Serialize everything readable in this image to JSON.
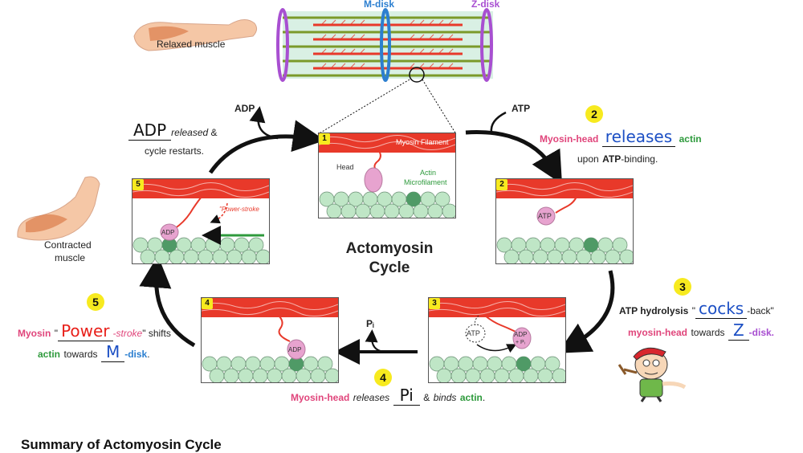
{
  "top": {
    "m_disk": "M-disk",
    "z_disk": "Z-disk",
    "relaxed": "Relaxed muscle"
  },
  "center_title": [
    "Actomyosin",
    "Cycle"
  ],
  "panels": {
    "p1": {
      "num": "1",
      "myosin": "Myosin Filament",
      "head": "Head",
      "actin": [
        "Actin",
        "Microfilament"
      ]
    },
    "p2": {
      "num": "2",
      "head": "ATP"
    },
    "p3": {
      "num": "3",
      "atp": "ATP",
      "adp": "ADP",
      "pi": "+ Pᵢ"
    },
    "p4": {
      "num": "4",
      "head": "ADP"
    },
    "p5": {
      "num": "5",
      "head": "ADP",
      "stroke": "\"Power-stroke"
    }
  },
  "arrows": {
    "adp": "ADP",
    "atp": "ATP",
    "pi": "Pᵢ"
  },
  "step1": {
    "hand": "ADP",
    "text_a": "released",
    "text_b": " &",
    "text_c": "cycle restarts."
  },
  "step2": {
    "num": "2",
    "a": "Myosin-head",
    "hand": "releases",
    "b": "actin",
    "c": "upon",
    "d": "ATP",
    "e": "-binding."
  },
  "step3": {
    "num": "3",
    "a": "ATP hydrolysis",
    "b": "\"",
    "hand1": "cocks",
    "c": "-back\"",
    "d": "myosin-head",
    "e": "towards",
    "hand2": "Z",
    "f": "-disk."
  },
  "step4": {
    "num": "4",
    "a": "Myosin-head",
    "b": "releases",
    "hand": "Pi",
    "c": "&",
    "d": "binds",
    "e": "actin",
    "f": "."
  },
  "step5": {
    "num": "5",
    "a": "Myosin",
    "b": "\"",
    "hand1": "Power",
    "c": "-stroke",
    "d": "\" shifts",
    "e": "actin",
    "f": "towards",
    "hand2": "M",
    "g": "-disk",
    "h": "."
  },
  "contracted": [
    "Contracted",
    "muscle"
  ],
  "bottom_title": "Summary of Actomyosin Cycle",
  "colors": {
    "myosin": "#e8392a",
    "actin": "#bfe6c6",
    "head": "#e7a3cf",
    "pink_text": "#e0457b",
    "green_text": "#2e9a3c",
    "purple": "#a84fd1",
    "blue": "#2c7fd0",
    "hand_red": "#e8201a",
    "hand_blue": "#1c4fc4"
  }
}
